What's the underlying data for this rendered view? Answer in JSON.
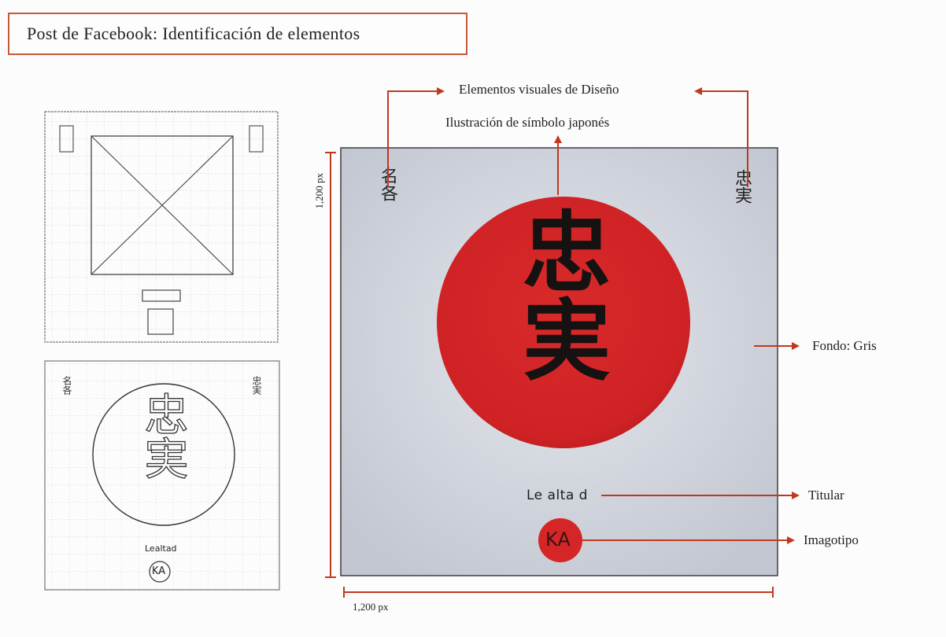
{
  "header": {
    "title": "Post de Facebook: Identificación de elementos"
  },
  "annotations": {
    "visual_elements": "Elementos visuales de Diseño",
    "illustration": "Ilustración de símbolo japonés",
    "background": "Fondo: Gris",
    "headline": "Titular",
    "logo": "Imagotipo"
  },
  "dimensions": {
    "height": "1,200 px",
    "width": "1,200 px"
  },
  "post": {
    "main_symbol": "忠実",
    "side_text_left": "名各",
    "side_text_right": "忠実",
    "headline_text": "Lealtad",
    "headline_display": "Le alta d",
    "logo_text": "KA"
  },
  "colors": {
    "accent_line": "#c0391f",
    "circle_red": "#d42626",
    "background_gray": "#c9ccd6",
    "title_border": "#c45a3c"
  }
}
